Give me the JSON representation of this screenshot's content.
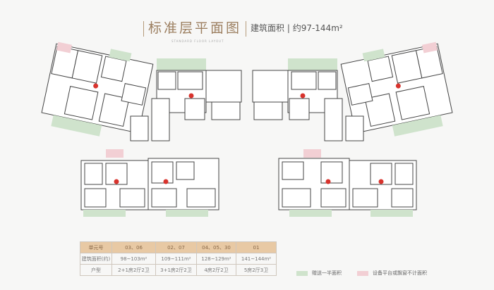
{
  "header": {
    "title": "标准层平面图",
    "subtitle": "STANDARD FLOOR LAYOUT",
    "area_label": "建筑面积 | 约97-144m²"
  },
  "table": {
    "header": [
      "单元号",
      "03、06",
      "02、07",
      "04、05、30",
      "01"
    ],
    "rows": [
      [
        "建筑面积(约)",
        "98~103m²",
        "109~111m²",
        "128~129m²",
        "141~144m²"
      ],
      [
        "户型",
        "2+1房2厅2卫",
        "3+1房2厅2卫",
        "4房2厅2卫",
        "5房2厅3卫"
      ]
    ]
  },
  "legend": [
    {
      "label": "赠送一半面积",
      "color": "#cfe3cc"
    },
    {
      "label": "设备平台或飘窗不计面积",
      "color": "#f2cfd4"
    }
  ],
  "colors": {
    "wall": "#333333",
    "balcony": "#cfe3cc",
    "bay": "#f2cfd4",
    "marker": "#d8332d",
    "accent": "#9c7f60"
  }
}
